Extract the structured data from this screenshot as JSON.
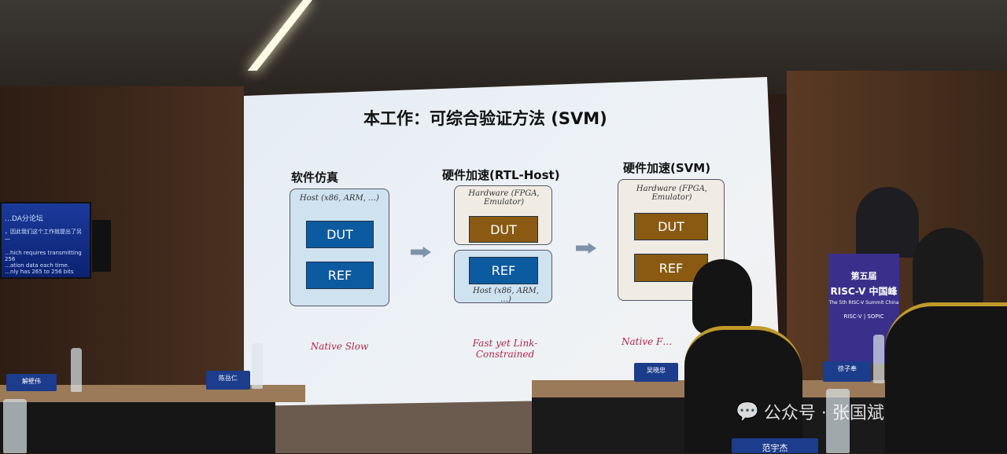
{
  "slide": {
    "title": "本工作：可综合验证方法 (SVM)",
    "panels": [
      {
        "heading": "软件仿真",
        "container_label": "Host (x86, ARM, …)",
        "dut": "DUT",
        "ref": "REF",
        "caption": "Native Slow"
      },
      {
        "heading": "硬件加速(RTL-Host)",
        "hw_label": "Hardware (FPGA, Emulator)",
        "dut": "DUT",
        "ref": "REF",
        "host_label": "Host (x86, ARM, …)",
        "caption": "Fast yet Link-Constrained"
      },
      {
        "heading": "硬件加速(SVM)",
        "hw_label": "Hardware (FPGA, Emulator)",
        "dut": "DUT",
        "ref": "REF",
        "caption": "Native F…"
      }
    ]
  },
  "monitor": {
    "title": "…DA分论坛",
    "line1": "，因此我们这个工作就提出了另一",
    "line2": "…hich requires transmitting 256",
    "line3": "…ation data each time.",
    "line4": "…nly has 265 to 256 bits"
  },
  "podium": {
    "line1": "第五届",
    "line2": "RISC-V 中国峰",
    "line3": "The 5th RISC-V Summit China",
    "line4": "RISC-V | SOPIC"
  },
  "name_cards": [
    "解壁伟",
    "陈岳仁",
    "吴晓忠",
    "徐子奉",
    "范宇杰"
  ],
  "watermark": {
    "icon": "wechat-icon",
    "label": "公众号 · 张国斌"
  }
}
